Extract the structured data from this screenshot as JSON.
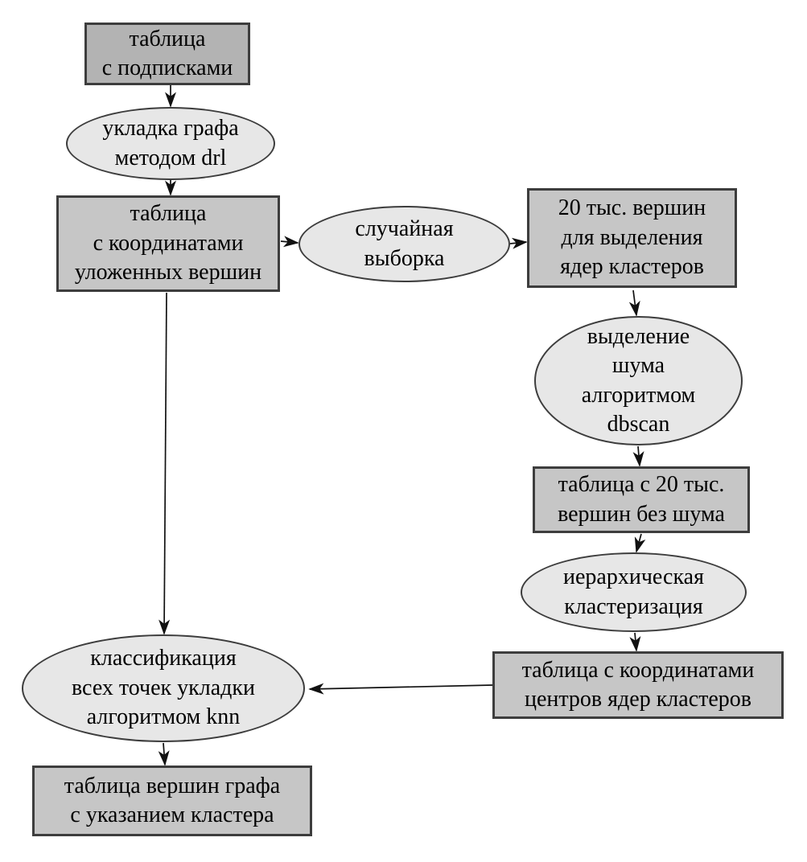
{
  "colors": {
    "rect_fill": "#c6c6c6",
    "rect_fill_dark": "#b3b3b3",
    "ellipse_fill": "#e7e7e7",
    "border": "#3d3d3d",
    "arrow": "#111111",
    "text": "#000000",
    "background": "#ffffff"
  },
  "nodes": {
    "subscriptions_table": {
      "shape": "rectangle",
      "lines": [
        "таблица",
        "с подписками"
      ]
    },
    "drl_layout": {
      "shape": "ellipse",
      "lines": [
        "укладка графа",
        "методом drl"
      ]
    },
    "coords_table": {
      "shape": "rectangle",
      "lines": [
        "таблица",
        "с координатами",
        "уложенных вершин"
      ]
    },
    "random_sample": {
      "shape": "ellipse",
      "lines": [
        "случайная",
        "выборка"
      ]
    },
    "sample_20k": {
      "shape": "rectangle",
      "lines": [
        "20 тыс. вершин",
        "для выделения",
        "ядер кластеров"
      ]
    },
    "dbscan_noise": {
      "shape": "ellipse",
      "lines": [
        "выделение",
        "шума",
        "алгоритмом",
        "dbscan"
      ]
    },
    "table_20k_clean": {
      "shape": "rectangle",
      "lines": [
        "таблица с 20 тыс.",
        "вершин без шума"
      ]
    },
    "hierarchical_clustering": {
      "shape": "ellipse",
      "lines": [
        "иерархическая",
        "кластеризация"
      ]
    },
    "cluster_centers_table": {
      "shape": "rectangle",
      "lines": [
        "таблица с координатами",
        "центров ядер кластеров"
      ]
    },
    "knn_classification": {
      "shape": "ellipse",
      "lines": [
        "классификация",
        "всех точек укладки",
        "алгоритмом knn"
      ]
    },
    "final_table": {
      "shape": "rectangle",
      "lines": [
        "таблица вершин графа",
        "с указанием кластера"
      ]
    }
  },
  "edges": [
    {
      "from": "subscriptions_table",
      "to": "drl_layout"
    },
    {
      "from": "drl_layout",
      "to": "coords_table"
    },
    {
      "from": "coords_table",
      "to": "random_sample"
    },
    {
      "from": "random_sample",
      "to": "sample_20k"
    },
    {
      "from": "sample_20k",
      "to": "dbscan_noise"
    },
    {
      "from": "dbscan_noise",
      "to": "table_20k_clean"
    },
    {
      "from": "table_20k_clean",
      "to": "hierarchical_clustering"
    },
    {
      "from": "hierarchical_clustering",
      "to": "cluster_centers_table"
    },
    {
      "from": "cluster_centers_table",
      "to": "knn_classification"
    },
    {
      "from": "coords_table",
      "to": "knn_classification"
    },
    {
      "from": "knn_classification",
      "to": "final_table"
    }
  ]
}
